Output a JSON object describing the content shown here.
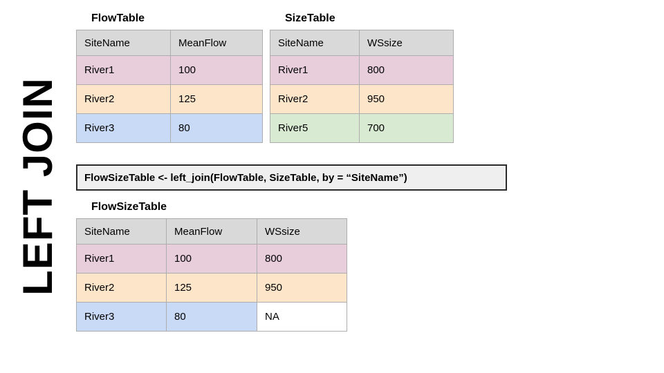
{
  "side_label": {
    "text": "LEFT JOIN"
  },
  "colors": {
    "header_fill": "#d9d9d9",
    "row_pink": "#e8cedb",
    "row_peach": "#fce5c9",
    "row_blue": "#c9daf6",
    "row_green": "#d9ead3",
    "row_white": "#ffffff",
    "grid_border": "#adadad",
    "code_box_fill": "#efefef",
    "code_box_border": "#2b2b2b"
  },
  "tables": {
    "flow": {
      "title": "FlowTable",
      "columns": [
        "SiteName",
        "MeanFlow"
      ],
      "rows": [
        {
          "cells": [
            "River1",
            "100"
          ],
          "fill": "f-pink"
        },
        {
          "cells": [
            "River2",
            "125"
          ],
          "fill": "f-peach"
        },
        {
          "cells": [
            "River3",
            "80"
          ],
          "fill": "f-blue"
        }
      ]
    },
    "size": {
      "title": "SizeTable",
      "columns": [
        "SiteName",
        "WSsize"
      ],
      "rows": [
        {
          "cells": [
            "River1",
            "800"
          ],
          "fill": "f-pink"
        },
        {
          "cells": [
            "River2",
            "950"
          ],
          "fill": "f-peach"
        },
        {
          "cells": [
            "River5",
            "700"
          ],
          "fill": "f-green"
        }
      ]
    },
    "result": {
      "title": "FlowSizeTable",
      "columns": [
        "SiteName",
        "MeanFlow",
        "WSsize"
      ],
      "rows": [
        {
          "cells": [
            "River1",
            "100",
            "800"
          ],
          "fill": "f-pink",
          "cell_fills": [
            "f-pink",
            "f-pink",
            "f-pink"
          ]
        },
        {
          "cells": [
            "River2",
            "125",
            "950"
          ],
          "fill": "f-peach",
          "cell_fills": [
            "f-peach",
            "f-peach",
            "f-peach"
          ]
        },
        {
          "cells": [
            "River3",
            "80",
            "NA"
          ],
          "fill": "f-blue",
          "cell_fills": [
            "f-blue",
            "f-blue",
            "f-white"
          ]
        }
      ]
    }
  },
  "code_box": {
    "text": "FlowSizeTable <- left_join(FlowTable, SizeTable, by = “SiteName”)"
  }
}
